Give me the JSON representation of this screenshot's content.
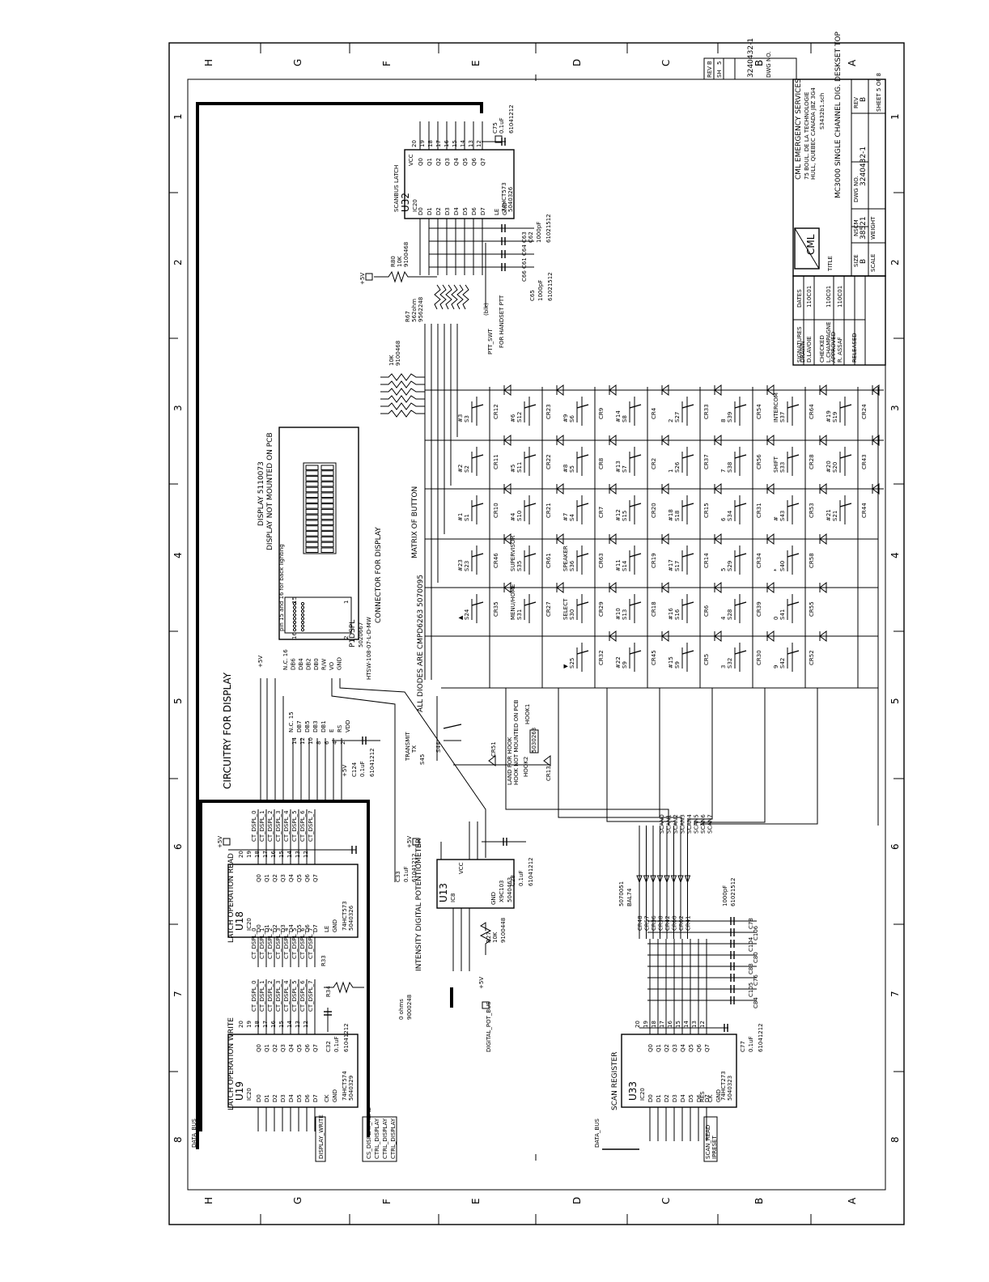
{
  "frame": {
    "columns": [
      "H",
      "G",
      "F",
      "E",
      "D",
      "C",
      "B",
      "A"
    ],
    "rows": [
      "1",
      "2",
      "3",
      "4",
      "5",
      "6",
      "7",
      "8"
    ]
  },
  "title_block": {
    "company": "CML EMERGENCY SERVICES",
    "address1": "75 BOUL. DE LA TECHNOLOGIE",
    "address2": "HULL, QUEBEC CANADA J8Z 3G4",
    "filename": "S3432b1.sch",
    "title_label": "TITLE",
    "title": "MC3000 SINGLE CHANNEL DIG. DESKSET TOP",
    "dwg_no_label": "DWG NO.",
    "dwg_no": "3240432-1",
    "dwg_no_top": "3240432-1",
    "size_label": "SIZE",
    "size": "B",
    "fscm_label": "NSCM",
    "fscm": "38521",
    "rev_label": "REV",
    "rev": "B",
    "sheet_label": "SHEET",
    "sheet": "5 OF 8",
    "scale_label": "SCALE",
    "weight_label": "WEIGHT",
    "sh_label": "SH",
    "sh": "5",
    "rev_small": "B",
    "signatures_header": "SIGNATURES",
    "dates_header": "DATES",
    "rows": [
      {
        "role": "DRAWN",
        "name": "D.LAVOIE",
        "date": "110C01"
      },
      {
        "role": "CHECKED",
        "name": "L.CHAMPAGNE",
        "date": "110C01"
      },
      {
        "role": "APPROVED",
        "name": "R. ASSAF",
        "date": "110C01"
      },
      {
        "role": "RELEASED",
        "name": "",
        "date": ""
      }
    ]
  },
  "labels": {
    "circuitry": "CIRCUITRY FOR DISPLAY",
    "latch_read": "LATCH OPERATION READ",
    "latch_write": "LATCH OPERATION WRITE",
    "intensity": "INTENSITY DIGITAL POTENTIOMETER",
    "scanbus_latch": "SCANBUS LATCH",
    "scan_register": "SCAN REGISTER",
    "matrix": "MATRIX OF BUTTON",
    "all_diodes": "ALL DIODES ARE CMPD6263 5070095",
    "display_part": "DISPLAY 5110073",
    "display_note": "DISPLAY NOT MOUNTED ON PCB",
    "backlight_note": "pin 15 and 16 for back lighting",
    "connector_note": "CONNECTOR FOR DISPLAY",
    "p1dspl": "P1DSPL",
    "p1dspl_part": "5020667",
    "p1dspl_type": "HTSW-108-07-L-D-MW",
    "ptt_swt": "PTT_SWT",
    "blk": "(blk)",
    "handset_ptt": "FOR HANDSET PTT",
    "hook_land": "LAND FOR HOOK",
    "hook_note": "HOOK NOT MOUNTED ON PCB",
    "hook1": "HOOK1",
    "hook2": "HOOK2",
    "hook_part": "5030263",
    "transmit": "TRANSMIT",
    "tx": "TX",
    "data_bus": "DATA_BUS",
    "digital_pot_bus": "DIGITAL_POT_BUS",
    "display_write": "DISPLAY_WRITE",
    "display_read": "CS_DISPLAY_READ",
    "ctrl_display": "CTRL_DISPLAY",
    "scan_read": "SCAN_READ",
    "ipresent": "IPRESET",
    "bal74": "BAL74",
    "bal74_part": "5070051",
    "zero_ohm": "0 ohms",
    "zero_ohm_part": "9000248",
    "plus5v": "+5V"
  },
  "chips": {
    "u32": {
      "ref": "U32",
      "pkg": "IC20",
      "type": "74HCT573",
      "part": "5040326"
    },
    "u18": {
      "ref": "U18",
      "pkg": "IC20",
      "type": "74HCT573",
      "part": "5040326"
    },
    "u19": {
      "ref": "U19",
      "pkg": "IC20",
      "type": "74HCT574",
      "part": "5040329"
    },
    "u33": {
      "ref": "U33",
      "pkg": "IC20",
      "type": "74HCT273",
      "part": "5040323"
    },
    "u13": {
      "ref": "U13",
      "pkg": "IC8",
      "type": "X9C103",
      "part": "5040463"
    }
  },
  "chip_pins": {
    "inputs": [
      "D0",
      "D1",
      "D2",
      "D3",
      "D4",
      "D5",
      "D6",
      "D7"
    ],
    "outputs": [
      "Q0",
      "Q1",
      "Q2",
      "Q3",
      "Q4",
      "Q5",
      "Q6",
      "Q7"
    ],
    "vcc": "VCC",
    "gnd": "GND",
    "oe": "OE",
    "le": "LE",
    "ck": "CK",
    "res": "RES"
  },
  "components": {
    "c75": "C75",
    "c75_val": "0.1uF",
    "c75_part": "61041212",
    "c62": "C62",
    "c62_val": "1000pF",
    "c62_part": "61021512",
    "c65": "C65",
    "c65_val": "1000pF",
    "c65_part": "61021512",
    "r80": "R80",
    "r80_val": "10K",
    "r80_part": "9100468",
    "r67": "R67",
    "r67_val": "562ohm",
    "r67_part": "9562248",
    "rnet": "10K",
    "rnet_part": "9100468",
    "c33": "C33",
    "c33_val": "0.1uF",
    "c33_part": "61041212",
    "c32": "C32",
    "c32_val": "0.1uF",
    "c32_part": "61041212",
    "c28": "C28",
    "c28_val": "0.1uF",
    "c28_part": "61041212",
    "c124": "C124",
    "c124_val": "0.1uF",
    "c124_part": "61041212",
    "c77": "C77",
    "c77_val": "0.1uF",
    "c77_part": "61041212",
    "r34": "R34",
    "r33": "R33",
    "r27": "R27",
    "r27_val": "10K",
    "r27_part": "9100448",
    "cbank_val": "1000pF",
    "cbank_part": "61021512",
    "cr51": "CR51",
    "cr13": "CR13",
    "s44": "S44",
    "s45": "S45"
  },
  "matrix_rows": [
    [
      {
        "sw": "S3",
        "key": "#3",
        "cr": "CR12"
      },
      {
        "sw": "S12",
        "key": "#6",
        "cr": "CR23"
      },
      {
        "sw": "S6",
        "key": "#9",
        "cr": "CR9"
      },
      {
        "sw": "S8",
        "key": "#14",
        "cr": "CR4"
      },
      {
        "sw": "S27",
        "key": "2",
        "cr": "CR33"
      },
      {
        "sw": "S39",
        "key": "8",
        "cr": "CR54"
      },
      {
        "sw": "S37",
        "key": "INTERCOM",
        "cr": "CR64"
      },
      {
        "sw": "S19",
        "key": "#19",
        "cr": "CR24"
      }
    ],
    [
      {
        "sw": "S2",
        "key": "#2",
        "cr": "CR11"
      },
      {
        "sw": "S11",
        "key": "#5",
        "cr": "CR22"
      },
      {
        "sw": "S5",
        "key": "#8",
        "cr": "CR8"
      },
      {
        "sw": "S7",
        "key": "#13",
        "cr": "CR2"
      },
      {
        "sw": "S26",
        "key": "1",
        "cr": "CR37"
      },
      {
        "sw": "S38",
        "key": "7",
        "cr": "CR56"
      },
      {
        "sw": "S33",
        "key": "SHIFT",
        "cr": "CR28"
      },
      {
        "sw": "S20",
        "key": "#20",
        "cr": "CR43"
      }
    ],
    [
      {
        "sw": "S1",
        "key": "#1",
        "cr": "CR10"
      },
      {
        "sw": "S10",
        "key": "#4",
        "cr": "CR21"
      },
      {
        "sw": "S4",
        "key": "#7",
        "cr": "CR7"
      },
      {
        "sw": "S15",
        "key": "#12",
        "cr": "CR20"
      },
      {
        "sw": "S18",
        "key": "#18",
        "cr": "CR15"
      },
      {
        "sw": "S34",
        "key": "6",
        "cr": "CR31"
      },
      {
        "sw": "S43",
        "key": "#",
        "cr": "CR53"
      },
      {
        "sw": "S21",
        "key": "#21",
        "cr": "CR44"
      }
    ],
    [
      {
        "sw": "S23",
        "key": "#23",
        "cr": "CR46"
      },
      {
        "sw": "S35",
        "key": "SUPERVISOR",
        "cr": "CR61"
      },
      {
        "sw": "S36",
        "key": "SPEAKER",
        "cr": "CR63"
      },
      {
        "sw": "S14",
        "key": "#11",
        "cr": "CR19"
      },
      {
        "sw": "S17",
        "key": "#17",
        "cr": "CR14"
      },
      {
        "sw": "S29",
        "key": "5",
        "cr": "CR34"
      },
      {
        "sw": "S40",
        "key": "*",
        "cr": "CR58"
      }
    ],
    [
      {
        "sw": "S24",
        "key": "▲",
        "cr": "CR35"
      },
      {
        "sw": "S31",
        "key": "MENU/HOME",
        "cr": "CR27"
      },
      {
        "sw": "S30",
        "key": "SELECT",
        "cr": "CR29"
      },
      {
        "sw": "S13",
        "key": "#10",
        "cr": "CR18"
      },
      {
        "sw": "S16",
        "key": "#16",
        "cr": "CR6"
      },
      {
        "sw": "S28",
        "key": "4",
        "cr": "CR39"
      },
      {
        "sw": "S41",
        "key": "0",
        "cr": "CR55"
      }
    ],
    [
      {
        "sw": "S25",
        "key": "▼",
        "cr": "CR32"
      },
      {
        "sw": "S9",
        "key": "#22",
        "cr": "CR45"
      },
      {
        "sw": "S9",
        "key": "#15",
        "cr": "CR5"
      },
      {
        "sw": "S32",
        "key": "3",
        "cr": "CR30"
      },
      {
        "sw": "S42",
        "key": "9",
        "cr": "CR52"
      }
    ]
  ],
  "diodes_bottom": [
    "CR48",
    "CR57",
    "CR36",
    "CR38",
    "CR42",
    "CR60",
    "CR62",
    "CR41"
  ],
  "caps_bottom": [
    "C78",
    "C106",
    "C104",
    "C80",
    "C83",
    "C76",
    "C105",
    "C84"
  ],
  "display_pins": [
    "N.C. 16",
    "DB6",
    "DB4",
    "DB2",
    "DB0",
    "R/W",
    "VO",
    "GND"
  ],
  "display_pins_right": [
    "N.C. 15",
    "DB7",
    "DB5",
    "DB3",
    "DB1",
    "E",
    "RS",
    "VDD"
  ],
  "display_pin_numbers": [
    "14",
    "12",
    "10",
    "8",
    "6",
    "4",
    "2"
  ],
  "display_pin_numbers_right": [
    "13",
    "11",
    "9",
    "7",
    "5",
    "3",
    "1"
  ],
  "display_connector_marks": [
    "15",
    "1",
    "16",
    "2"
  ],
  "pin_numbers_20": [
    "20",
    "19",
    "18",
    "17",
    "16",
    "15",
    "14",
    "13",
    "12"
  ],
  "pin_numbers_in": [
    "2",
    "3",
    "4",
    "5",
    "6",
    "7",
    "8",
    "9"
  ],
  "bus_signals": [
    "CT_DSPL_0",
    "CT_DSPL_1",
    "CT_DSPL_2",
    "CT_DSPL_3",
    "CT_DSPL_4",
    "CT_DSPL_5",
    "CT_DSPL_6",
    "CT_DSPL_7"
  ],
  "scan_signals": [
    "SCAN0",
    "SCAN1",
    "SCAN2",
    "SCAN3",
    "SCAN4",
    "SCAN5",
    "SCAN6",
    "SCAN7"
  ],
  "cap_labels_side": [
    "C63",
    "C64",
    "C61",
    "C66"
  ]
}
